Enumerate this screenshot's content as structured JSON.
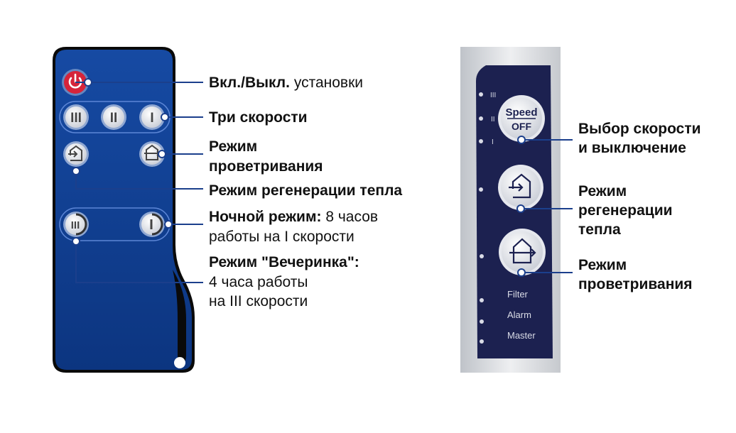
{
  "remote_labels": {
    "power": {
      "bold": "Вкл./Выкл.",
      "rest": " установки"
    },
    "speeds": {
      "bold": "Три скорости"
    },
    "ventilation": {
      "bold_line1": "Режим",
      "bold_line2": "проветривания"
    },
    "heat_recovery": {
      "bold": "Режим регенерации тепла"
    },
    "night": {
      "bold": "Ночной режим:",
      "rest": " 8 часов",
      "line2": "работы на I скорости"
    },
    "party": {
      "bold": "Режим \"Вечеринка\":",
      "line2": "4 часа работы",
      "line3": "на III скорости"
    }
  },
  "remote_buttons": {
    "speed_3": "III",
    "speed_2": "II",
    "speed_1": "I"
  },
  "panel_labels": {
    "speed_select": {
      "line1": "Выбор скорости",
      "line2": "и выключение"
    },
    "heat_recovery": {
      "line1": "Режим",
      "line2": "регенерации",
      "line3": "тепла"
    },
    "ventilation": {
      "line1": "Режим",
      "line2": "проветривания"
    }
  },
  "panel": {
    "speed_button": {
      "top": "Speed",
      "bottom": "OFF"
    },
    "indicators": {
      "speed_3": "III",
      "speed_2": "II",
      "speed_1": "I"
    },
    "status": {
      "filter": "Filter",
      "alarm": "Alarm",
      "master": "Master"
    }
  },
  "colors": {
    "remote_blue": "#0e3b8c",
    "panel_navy": "#1c2150",
    "power_red": "#d6243a",
    "leader_line": "#1b3f8c"
  }
}
